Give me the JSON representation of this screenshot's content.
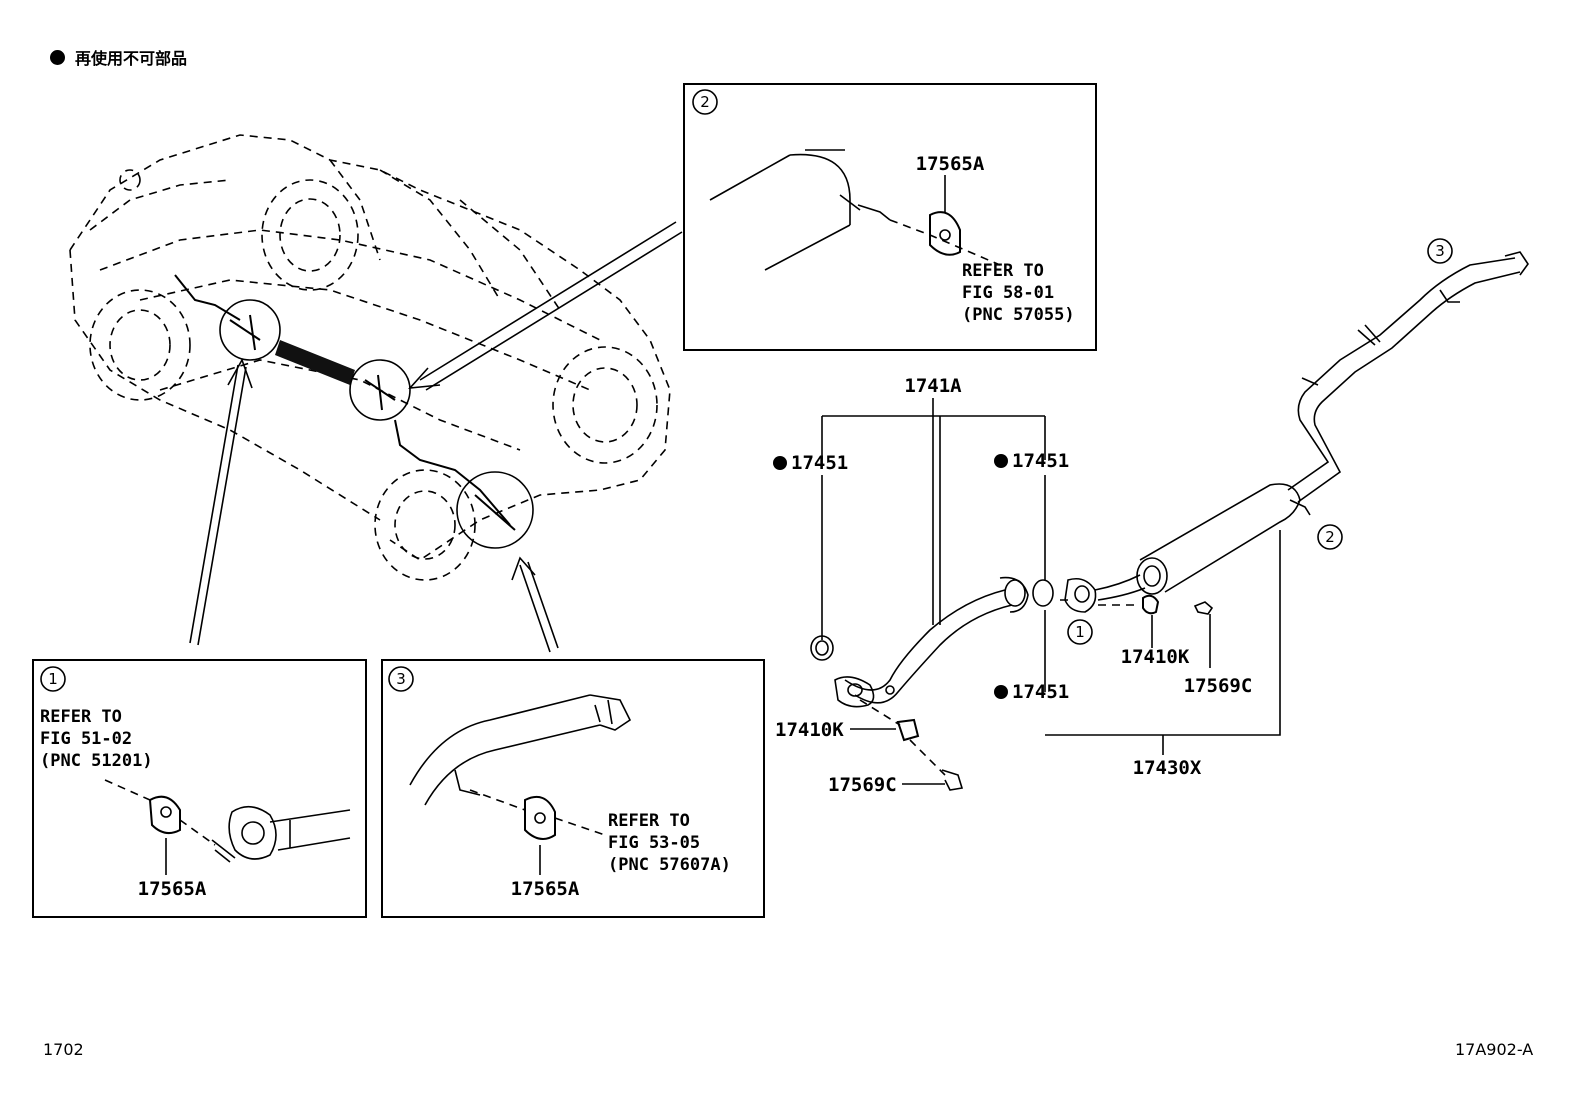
{
  "legend": {
    "text": "再使用不可部品"
  },
  "footer": {
    "left_code": "1702",
    "right_code": "17A902-A"
  },
  "callouts": {
    "c1": "1",
    "c2": "2",
    "c3": "3"
  },
  "parts": {
    "p17565A": "17565A",
    "p1741A": "1741A",
    "p17451": "17451",
    "p17410K": "17410K",
    "p17569C": "17569C",
    "p17430X": "17430X"
  },
  "refs": {
    "box1": [
      "REFER TO",
      "FIG 51-02",
      "(PNC 51201)"
    ],
    "box2": [
      "REFER TO",
      "FIG 58-01",
      "(PNC 57055)"
    ],
    "box3": [
      "REFER TO",
      "FIG 53-05",
      "(PNC 57607A)"
    ]
  }
}
